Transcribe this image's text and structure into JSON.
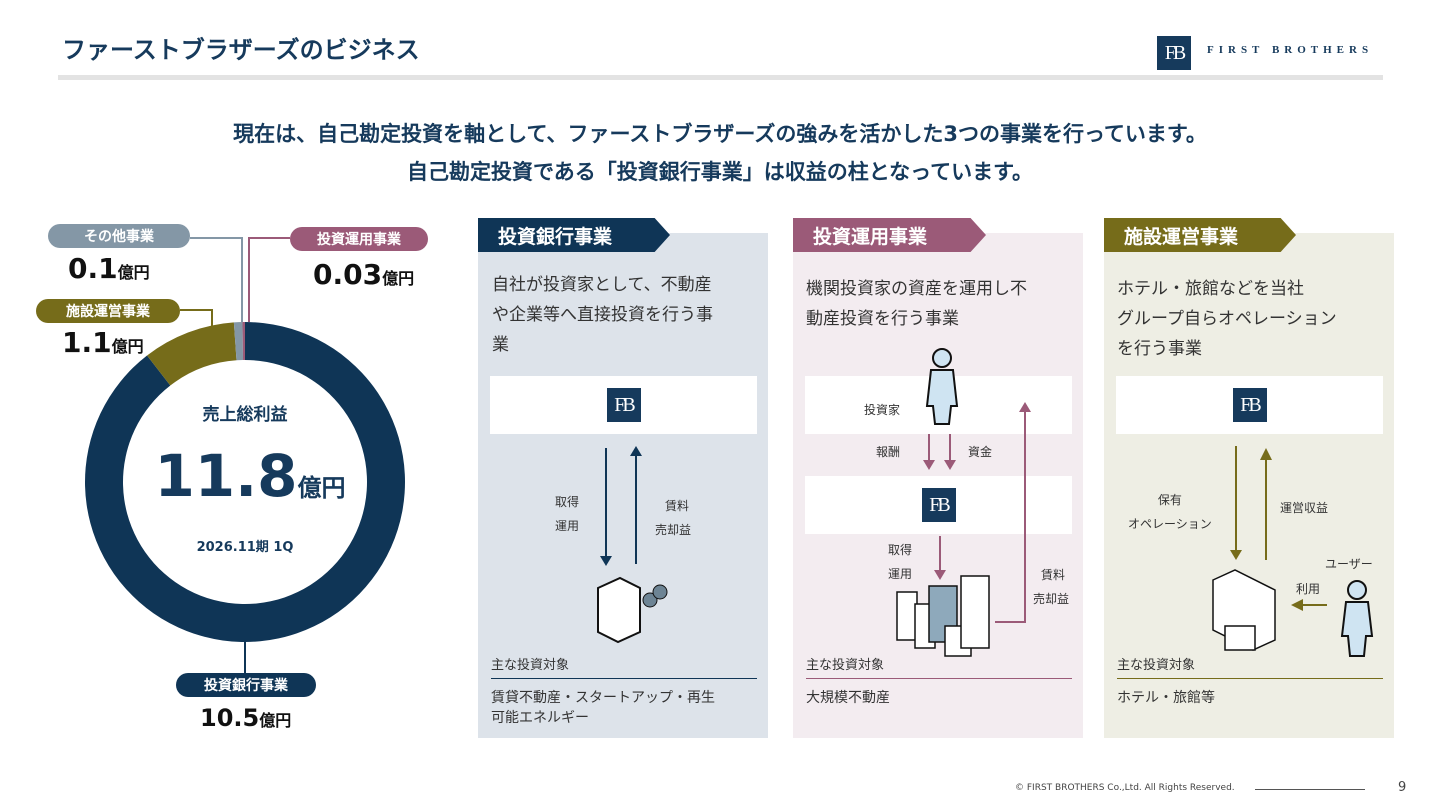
{
  "header": {
    "title": "ファーストブラザーズのビジネス",
    "logo_mark": "FB",
    "logo_text": "FIRST BROTHERS"
  },
  "lead": [
    "現在は、自己勘定投資を軸として、ファーストブラザーズの強みを活かした3つの事業を行っています。",
    "自己勘定投資である「投資銀行事業」は収益の柱となっています。"
  ],
  "chart_data": {
    "type": "pie",
    "variant": "donut",
    "title": "売上総利益",
    "total_value": "11.8",
    "total_unit": "億円",
    "period": "2026.11期 1Q",
    "unit": "億円",
    "slices": [
      {
        "name": "投資銀行事業",
        "value": 10.5,
        "value_label": "10.5",
        "color": "#0f3556"
      },
      {
        "name": "投資運用事業",
        "value": 0.03,
        "value_label": "0.03",
        "color": "#9b5a78"
      },
      {
        "name": "施設運営事業",
        "value": 1.1,
        "value_label": "1.1",
        "color": "#766c1a"
      },
      {
        "name": "その他事業",
        "value": 0.1,
        "value_label": "0.1",
        "color": "#8497a6"
      }
    ]
  },
  "businesses": [
    {
      "title": "投資銀行事業",
      "color": "#0f3556",
      "bg": "#dde3ea",
      "desc": [
        "自社が投資家として、不動産",
        "や企業等へ直接投資を行う事",
        "業"
      ],
      "labels": {
        "down": [
          "取得",
          "運用"
        ],
        "up": [
          "賃料",
          "売却益"
        ]
      },
      "target_label": "主な投資対象",
      "target": [
        "賃貸不動産・スタートアップ・再生",
        "可能エネルギー"
      ]
    },
    {
      "title": "投資運用事業",
      "color": "#9b5a78",
      "bg": "#f3ecf0",
      "desc": [
        "機関投資家の資産を運用し不",
        "動産投資を行う事業"
      ],
      "labels": {
        "investor": "投資家",
        "fee": "報酬",
        "funds": "資金",
        "down": [
          "取得",
          "運用"
        ],
        "up": [
          "賃料",
          "売却益"
        ]
      },
      "target_label": "主な投資対象",
      "target": [
        "大規模不動産"
      ]
    },
    {
      "title": "施設運営事業",
      "color": "#766c1a",
      "bg": "#eeeee4",
      "desc": [
        "ホテル・旅館などを当社",
        "グループ自らオペレーション",
        "を行う事業"
      ],
      "labels": {
        "down": [
          "保有",
          "オペレーション"
        ],
        "up": [
          "運営収益"
        ],
        "user": "ユーザー",
        "use": "利用"
      },
      "target_label": "主な投資対象",
      "target": [
        "ホテル・旅館等"
      ]
    }
  ],
  "footer": {
    "copyright": "© FIRST BROTHERS Co.,Ltd. All Rights Reserved.",
    "page": "9"
  }
}
